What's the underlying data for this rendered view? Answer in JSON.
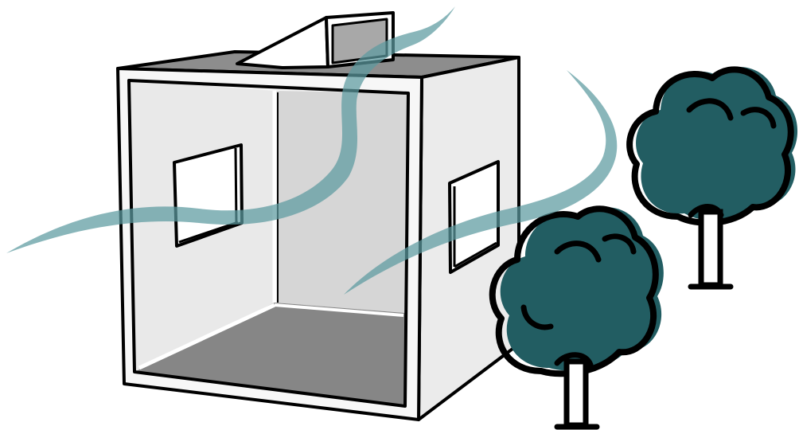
{
  "colors": {
    "background": "#ffffff",
    "outline": "#000000",
    "wall_light": "#ebebeb",
    "back_wall": "#d6d6d6",
    "floor": "#868686",
    "roof": "#8d8d8d",
    "window_glass": "#ffffff",
    "skylight_glass": "#a8a8a8",
    "airflow": "#5c9aa0",
    "tree_crown": "#225d62",
    "tree_trunk": "#ffffff"
  },
  "icons": {
    "house": "open-cube-house",
    "skylight": "roof-skylight-vent",
    "airflow": "wind-stream",
    "tree": "deciduous-tree"
  }
}
